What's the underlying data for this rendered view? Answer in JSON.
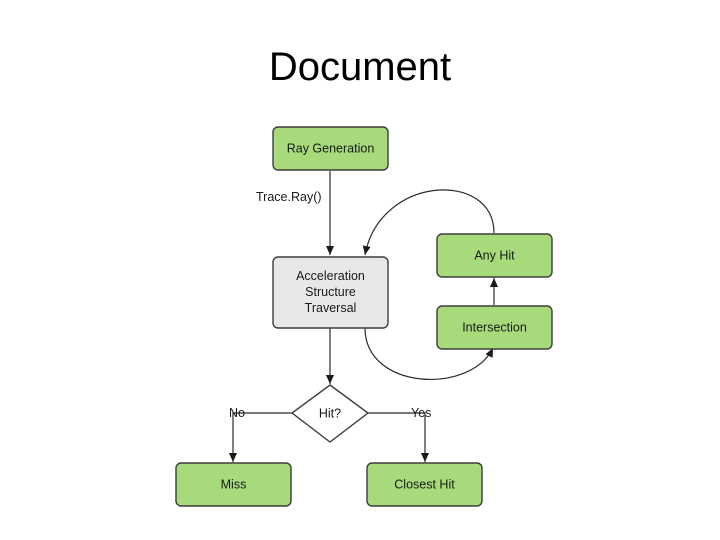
{
  "slide": {
    "title": "Document"
  },
  "colors": {
    "node_green": "#a6da7a",
    "node_gray": "#e8e8e8"
  },
  "nodes": {
    "ray_generation": {
      "label": "Ray Generation"
    },
    "acceleration": {
      "lines": [
        "Acceleration",
        "Structure",
        "Traversal"
      ]
    },
    "any_hit": {
      "label": "Any Hit"
    },
    "intersection": {
      "label": "Intersection"
    },
    "hit_decision": {
      "label": "Hit?"
    },
    "miss": {
      "label": "Miss"
    },
    "closest_hit": {
      "label": "Closest Hit"
    }
  },
  "edge_labels": {
    "trace_ray": "Trace.Ray()",
    "no": "No",
    "yes": "Yes"
  }
}
